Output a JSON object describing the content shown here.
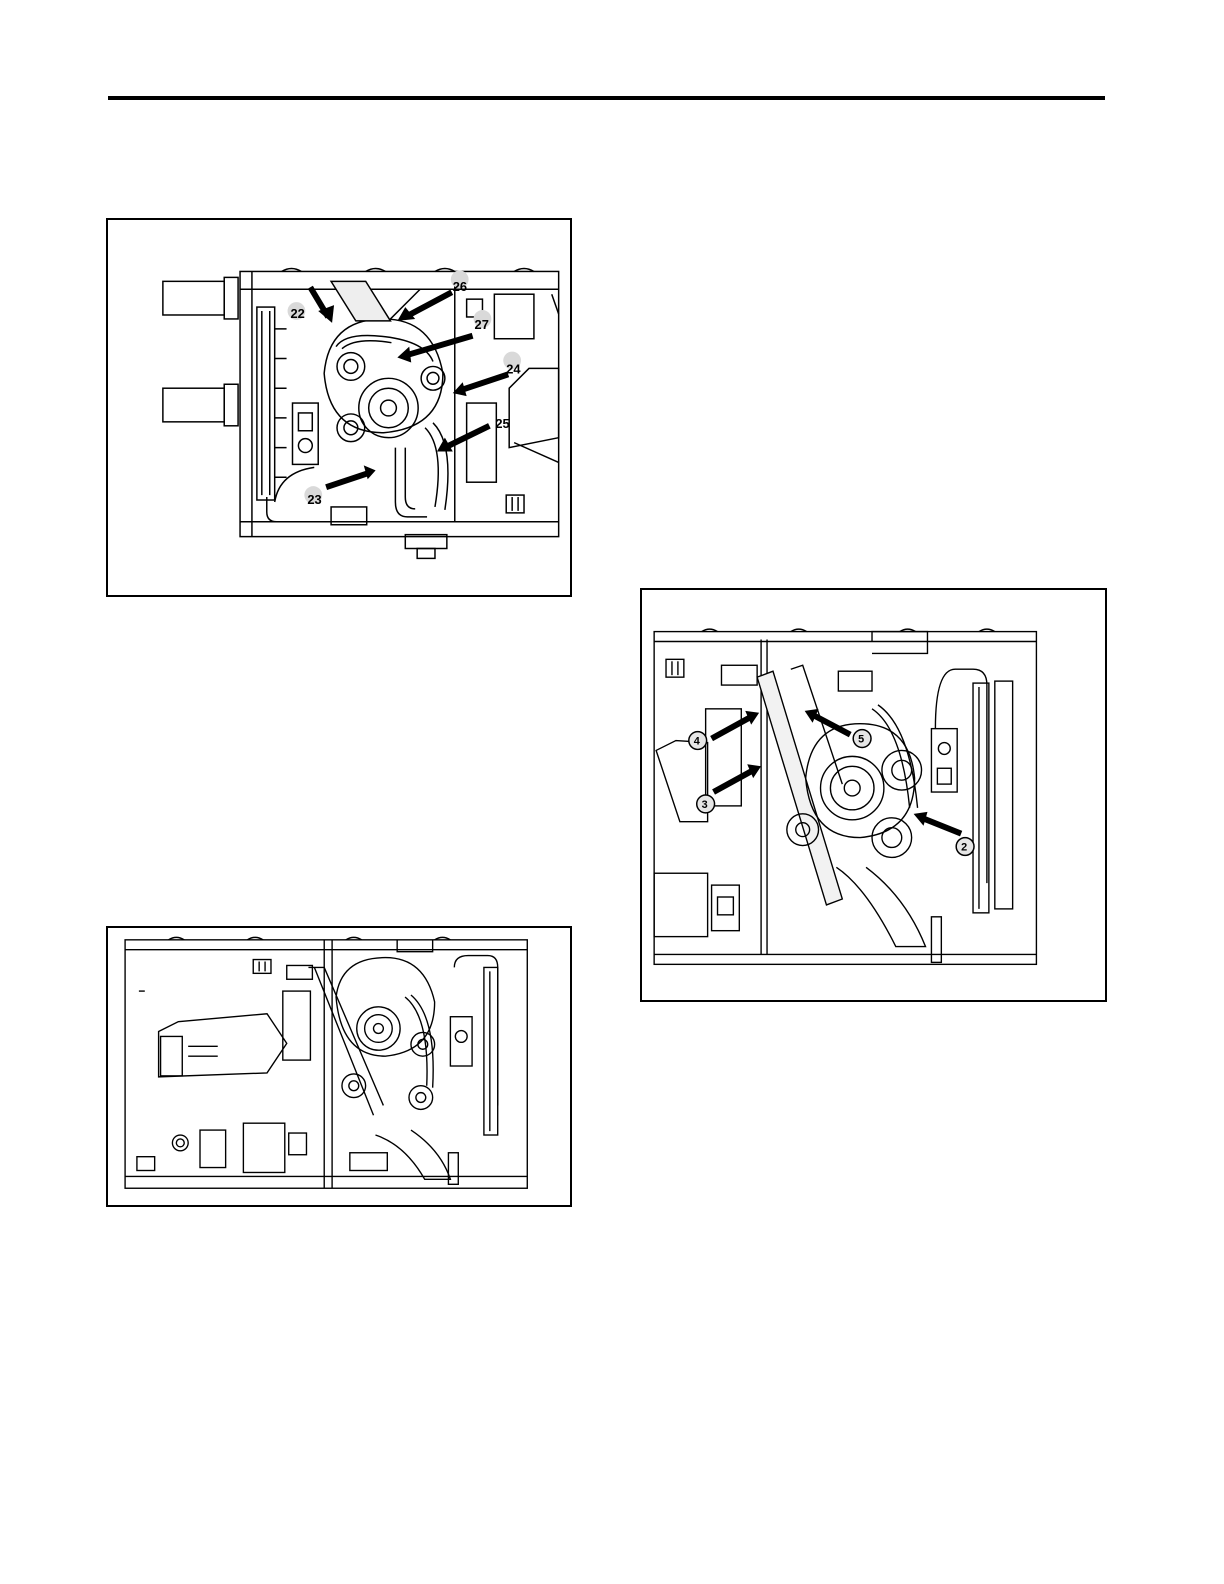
{
  "figure_top_left": {
    "callouts": [
      "22",
      "23",
      "24",
      "25",
      "26",
      "27"
    ]
  },
  "figure_bottom_left": {
    "callouts": []
  },
  "figure_right": {
    "callouts": [
      "2",
      "3",
      "4",
      "5"
    ]
  },
  "colors": {
    "line": "#000000",
    "fill": "#ffffff",
    "shade": "#d9d9d9"
  }
}
